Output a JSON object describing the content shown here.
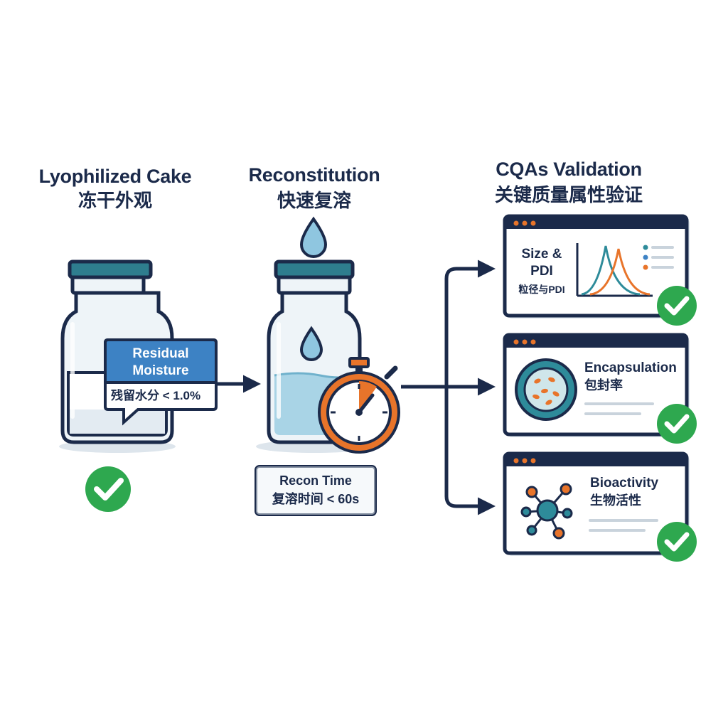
{
  "stages": {
    "lyophilized": {
      "title": "Lyophilized Cake",
      "subtitle": "冻干外观",
      "callout_head_line1": "Residual",
      "callout_head_line2": "Moisture",
      "callout_body": "残留水分 < 1.0%"
    },
    "reconstitution": {
      "title": "Reconstitution",
      "subtitle": "快速复溶",
      "label_line1": "Recon Time",
      "label_line2": "复溶时间 < 60s"
    },
    "cqas": {
      "title": "CQAs Validation",
      "subtitle": "关键质量属性验证",
      "cards": [
        {
          "title_line1": "Size &",
          "title_line2": "PDI",
          "subtitle": "粒径与PDI"
        },
        {
          "title": "Encapsulation",
          "subtitle": "包封率"
        },
        {
          "title": "Bioactivity",
          "subtitle": "生物活性"
        }
      ]
    }
  },
  "colors": {
    "navy": "#1b2a4a",
    "blue": "#3d82c4",
    "teal": "#2e8b9a",
    "orange": "#e8742a",
    "green": "#2ea84f",
    "liquid": "#a9d4e6",
    "glass": "#eef4f8"
  },
  "icons": [
    "water-drop-icon",
    "stopwatch-icon",
    "checkmark-icon",
    "molecule-network-icon",
    "encapsulation-particle-icon",
    "distribution-curve-icon"
  ]
}
